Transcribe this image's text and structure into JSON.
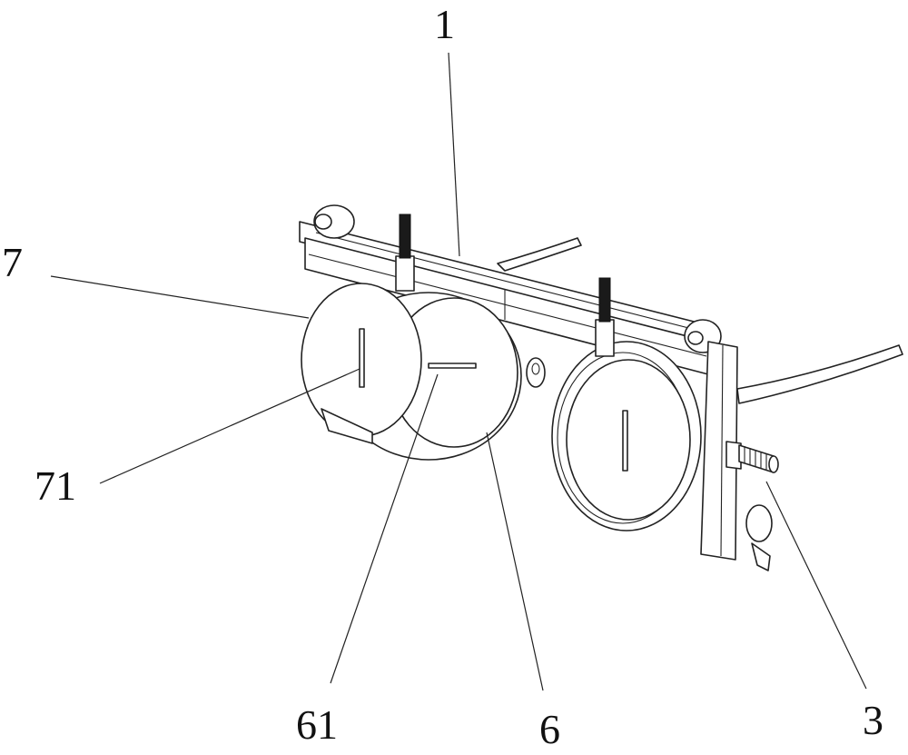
{
  "labels": {
    "part_1": "1",
    "part_7": "7",
    "part_71": "71",
    "part_61": "61",
    "part_6": "6",
    "part_3": "3"
  }
}
